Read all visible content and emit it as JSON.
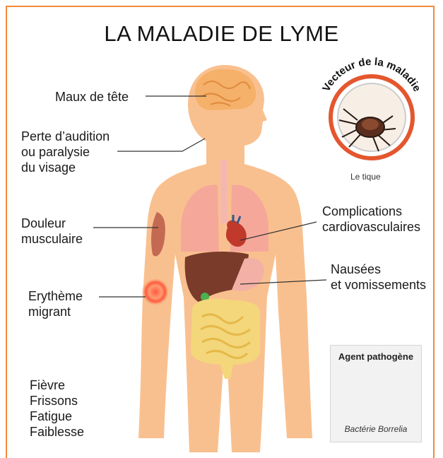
{
  "title": "LA MALADIE DE LYME",
  "labels": {
    "headache": "Maux de tête",
    "hearing": [
      "Perte d’audition",
      "ou paralysie",
      "du visage"
    ],
    "muscle": [
      "Douleur",
      "musculaire"
    ],
    "erythema": [
      "Erythème",
      "migrant"
    ],
    "cardio": [
      "Complications",
      "cardiovasculaires"
    ],
    "nausea": [
      "Nausées",
      "et vomissements"
    ],
    "general": [
      "Fièvre",
      "Frissons",
      "Fatigue",
      "Faiblesse"
    ]
  },
  "vector": {
    "arc_text": "Vecteur de la maladie",
    "caption": "Le tique"
  },
  "agent": {
    "title": "Agent pathogène",
    "caption": "Bactérie Borrelia"
  },
  "colors": {
    "skin": "#f9c08f",
    "frame": "#f28a3a",
    "ring": "#e4572e",
    "liver": "#7a3b2a",
    "lung": "#f5a89a",
    "intestine": "#f3d77a",
    "bacteria": "#6ec1ea"
  }
}
